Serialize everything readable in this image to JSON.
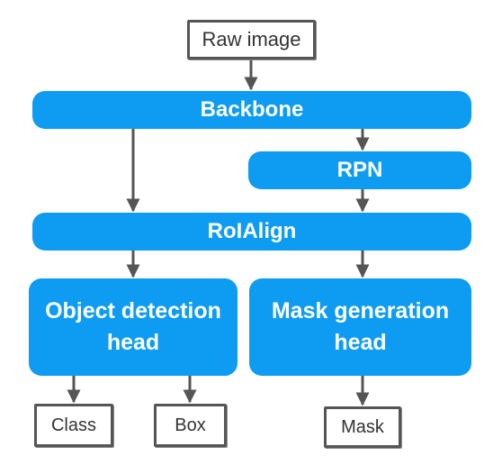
{
  "nodes": {
    "raw_image": "Raw image",
    "backbone": "Backbone",
    "rpn": "RPN",
    "roialign": "RoIAlign",
    "object_detection_head": "Object detection head",
    "mask_generation_head": "Mask generation head",
    "class": "Class",
    "box": "Box",
    "mask": "Mask"
  },
  "colors": {
    "block_fill": "#0d9cf2",
    "block_text": "#ffffff",
    "outline": "#555555"
  }
}
